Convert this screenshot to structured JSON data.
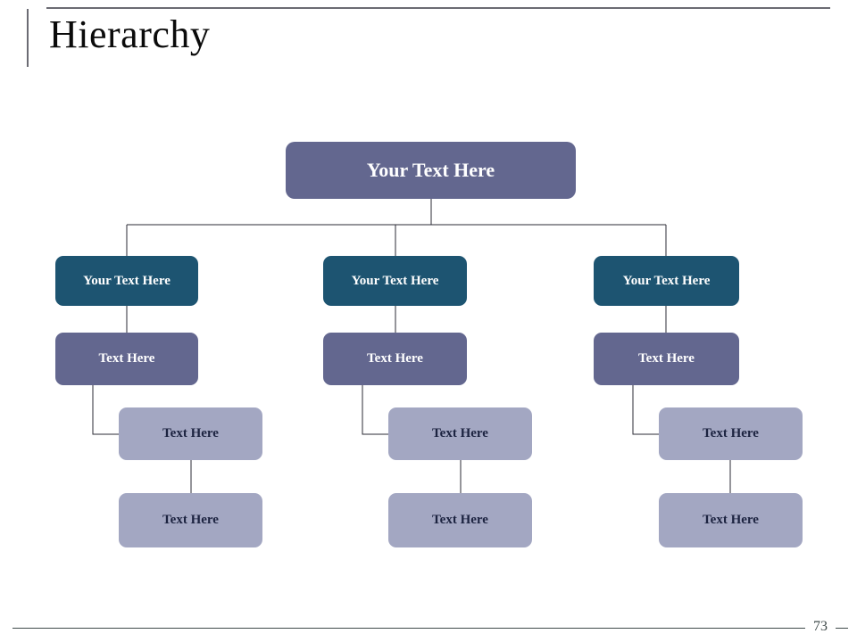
{
  "slide": {
    "title": "Hierarchy",
    "page_number": "73",
    "background_color": "#ffffff",
    "rule_color": "#3f4a4a",
    "bracket_color": "#6b6b73"
  },
  "palette": {
    "root": "#63678f",
    "level2": "#1d5471",
    "level3": "#63678f",
    "level4": "#a3a7c2",
    "level5": "#a3a7c2",
    "connector": "#2b2b35",
    "text_light": "#ffffff",
    "text_dark": "#1c2340"
  },
  "chart_data": {
    "type": "diagram",
    "title": "Hierarchy",
    "root": {
      "label": "Your Text Here"
    },
    "branches": [
      {
        "column": "left",
        "level2": {
          "label": "Your Text Here"
        },
        "level3": {
          "label": "Text Here"
        },
        "level4": {
          "label": "Text Here"
        },
        "level5": {
          "label": "Text Here"
        }
      },
      {
        "column": "center",
        "level2": {
          "label": "Your Text Here"
        },
        "level3": {
          "label": "Text Here"
        },
        "level4": {
          "label": "Text Here"
        },
        "level5": {
          "label": "Text Here"
        }
      },
      {
        "column": "right",
        "level2": {
          "label": "Your Text Here"
        },
        "level3": {
          "label": "Text Here"
        },
        "level4": {
          "label": "Text Here"
        },
        "level5": {
          "label": "Text Here"
        }
      }
    ]
  }
}
